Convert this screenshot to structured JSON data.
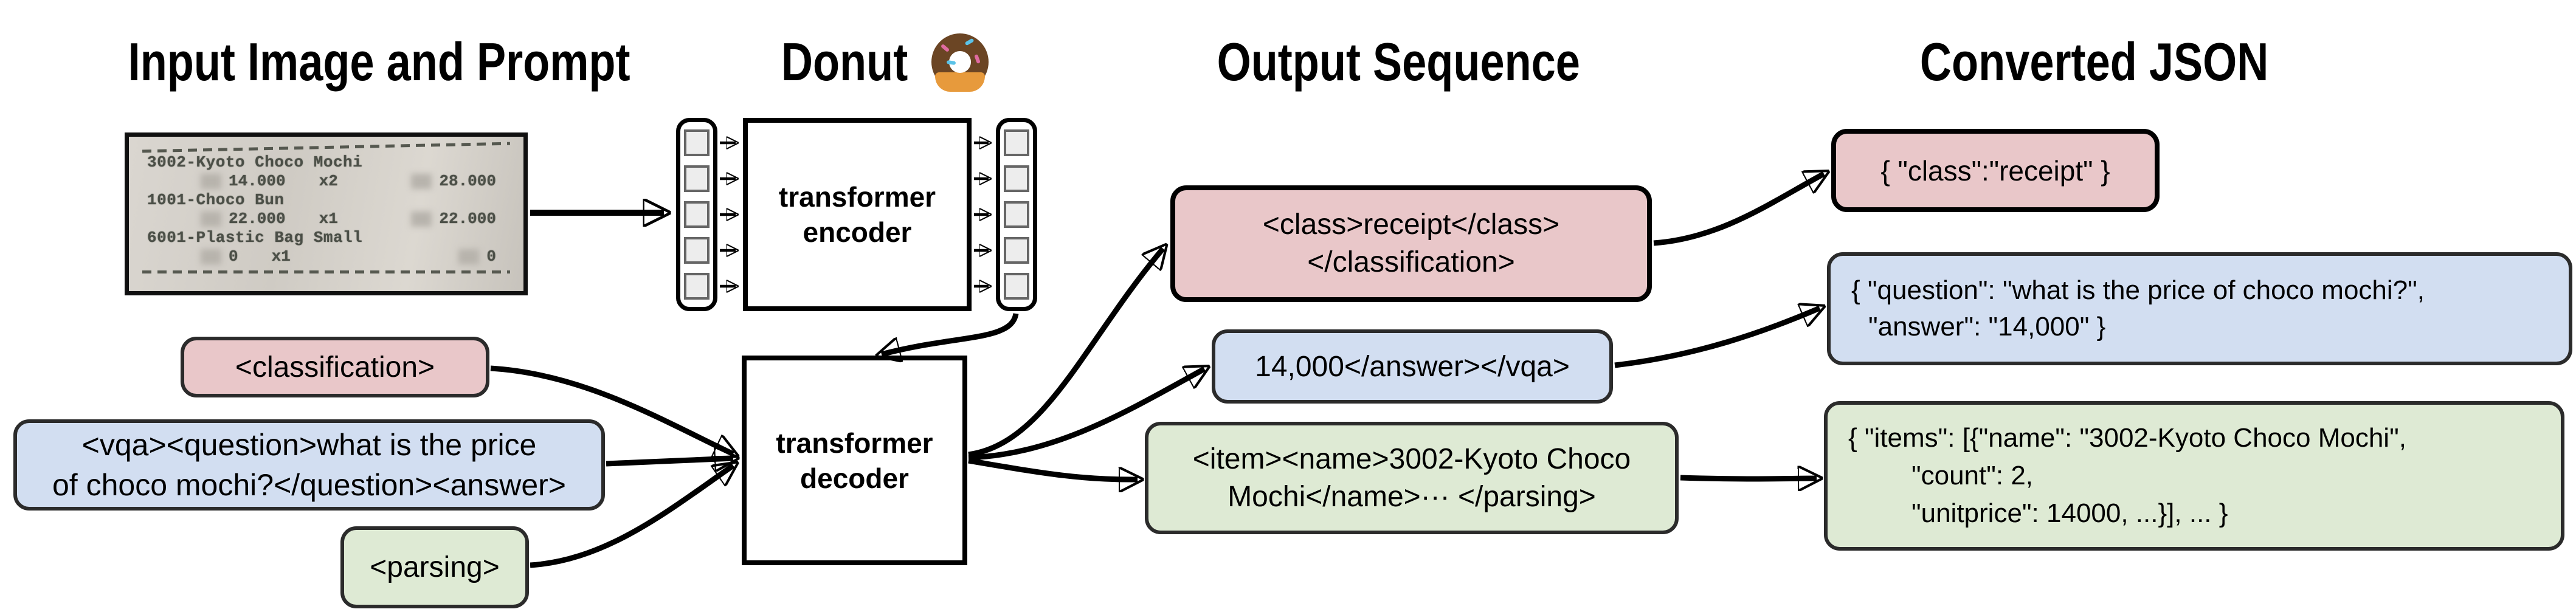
{
  "headings": {
    "input": "Input Image and Prompt",
    "model": "Donut",
    "output": "Output Sequence",
    "json": "Converted JSON"
  },
  "receipt": {
    "items": [
      {
        "name": "3002-Kyoto Choco Mochi",
        "price": "14.000",
        "qty": "x2",
        "total": "28.000"
      },
      {
        "name": "1001-Choco Bun",
        "price": "22.000",
        "qty": "x1",
        "total": "22.000"
      },
      {
        "name": "6001-Plastic Bag Small",
        "price": "0",
        "qty": "x1",
        "total": "0"
      }
    ]
  },
  "encoder_box": {
    "line1": "transformer",
    "line2": "encoder"
  },
  "decoder_box": {
    "line1": "transformer",
    "line2": "decoder"
  },
  "prompts": {
    "classification": "<classification>",
    "vqa_line1": "<vqa><question>what is the price",
    "vqa_line2": "of choco mochi?</question><answer>",
    "parsing": "<parsing>"
  },
  "outputs": {
    "classification_line1": "<class>receipt</class>",
    "classification_line2": "</classification>",
    "vqa": "14,000</answer></vqa>",
    "parsing_line1": "<item><name>3002-Kyoto Choco",
    "parsing_line2": "Mochi</name>··· </parsing>"
  },
  "converted_json": {
    "classification": "{ \"class\":\"receipt\" }",
    "vqa_line1": "{ \"question\": \"what is the price of choco mochi?\",",
    "vqa_line2": "\"answer\": \"14,000\" }",
    "parsing_line1": "{ \"items\": [{\"name\": \"3002-Kyoto Choco Mochi\",",
    "parsing_line2": "\"count\": 2,",
    "parsing_line3": "\"unitprice\": 14000, ...}], ... }"
  },
  "colors": {
    "classification": "#e9c7c9",
    "vqa": "#d2def1",
    "parsing": "#deead4",
    "arrow": "#000000"
  }
}
